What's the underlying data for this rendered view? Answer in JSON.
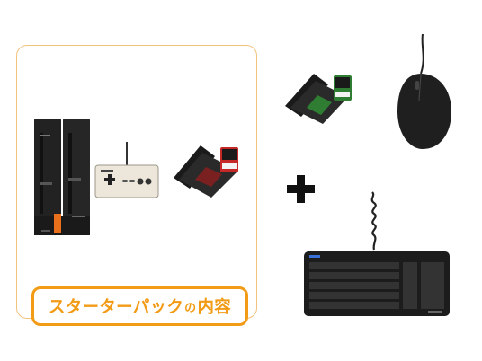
{
  "starter_pack": {
    "label_main": "スターターパック",
    "label_connector": "の",
    "label_tail": "内容"
  },
  "plus_symbol": "+",
  "icons": [
    "console",
    "gamepad",
    "sd-card-case",
    "mouse",
    "keyboard"
  ],
  "colors": {
    "accent": "#f29b16",
    "frame": "#f1c27d",
    "device_dark": "#1e1e1e",
    "sd_red": "#c62828",
    "sd_green": "#2e7d32"
  }
}
